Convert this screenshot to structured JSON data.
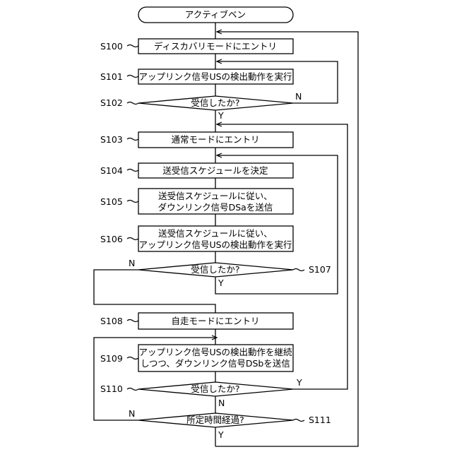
{
  "start": "アクティブベン",
  "steps": {
    "s100": {
      "id": "S100",
      "text": "ディスカバリモードにエントリ"
    },
    "s101": {
      "id": "S101",
      "text": "アップリンク信号USの検出動作を実行"
    },
    "s102": {
      "id": "S102",
      "text": "受信したか?",
      "yes": "Y",
      "no": "N"
    },
    "s103": {
      "id": "S103",
      "text": "通常モードにエントリ"
    },
    "s104": {
      "id": "S104",
      "text": "送受信スケジュールを決定"
    },
    "s105": {
      "id": "S105",
      "line1": "送受信スケジュールに従い、",
      "line2": "ダウンリンク信号DSaを送信"
    },
    "s106": {
      "id": "S106",
      "line1": "送受信スケジュールに従い、",
      "line2": "アップリンク信号USの検出動作を実行"
    },
    "s107": {
      "id": "S107",
      "text": "受信したか?",
      "yes": "Y",
      "no": "N"
    },
    "s108": {
      "id": "S108",
      "text": "自走モードにエントリ"
    },
    "s109": {
      "id": "S109",
      "line1": "アップリンク信号USの検出動作を継続",
      "line2": "しつつ、ダウンリンク信号DSbを送信"
    },
    "s110": {
      "id": "S110",
      "text": "受信したか?",
      "yes": "Y",
      "no": "N"
    },
    "s111": {
      "id": "S111",
      "text": "所定時間経過?",
      "yes": "Y",
      "no": "N"
    }
  }
}
